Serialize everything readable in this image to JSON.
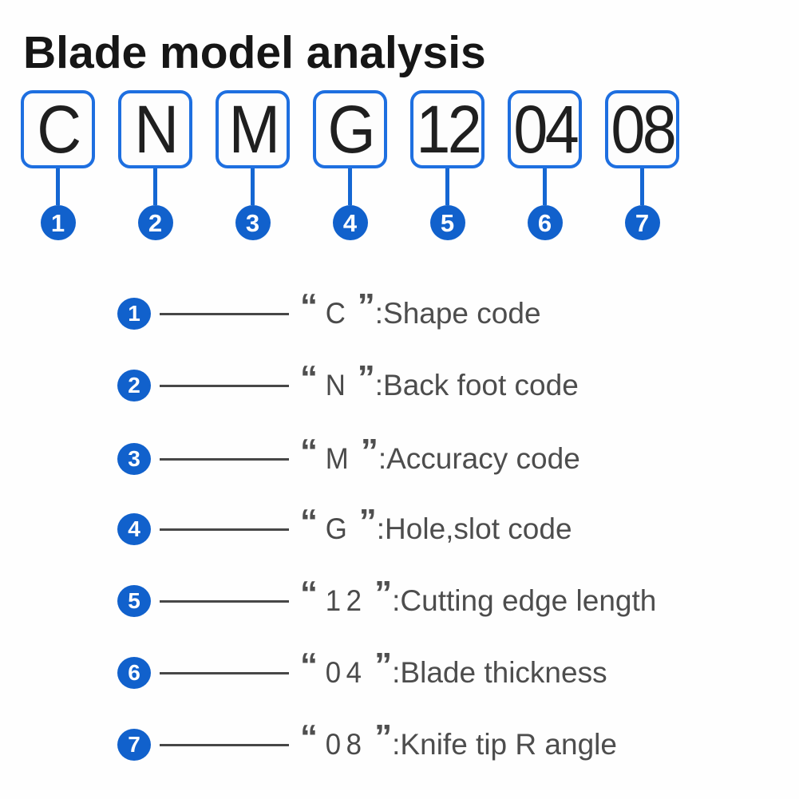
{
  "title": "Blade model analysis",
  "quotes": {
    "open": "“",
    "close": "”"
  },
  "colors": {
    "accent_blue": "#1161cc",
    "box_border_blue": "#1e6fe0",
    "title_text": "#161616",
    "code_text": "#1f1f1f",
    "legend_text": "#4d4d4d",
    "leader_line": "#474747",
    "background": "#fefefe"
  },
  "boxes": [
    {
      "code": "C",
      "num": "1"
    },
    {
      "code": "N",
      "num": "2"
    },
    {
      "code": "M",
      "num": "3"
    },
    {
      "code": "G",
      "num": "4"
    },
    {
      "code": "12",
      "num": "5"
    },
    {
      "code": "04",
      "num": "6"
    },
    {
      "code": "08",
      "num": "7"
    }
  ],
  "legend": [
    {
      "num": "1",
      "code": "C",
      "desc": ":Shape code"
    },
    {
      "num": "2",
      "code": "N",
      "desc": ":Back foot code"
    },
    {
      "num": "3",
      "code": "M",
      "desc": ":Accuracy code"
    },
    {
      "num": "4",
      "code": "G",
      "desc": ":Hole,slot code"
    },
    {
      "num": "5",
      "code": "12",
      "desc": ":Cutting edge length"
    },
    {
      "num": "6",
      "code": "04",
      "desc": ":Blade thickness"
    },
    {
      "num": "7",
      "code": "08",
      "desc": ":Knife tip R angle"
    }
  ]
}
